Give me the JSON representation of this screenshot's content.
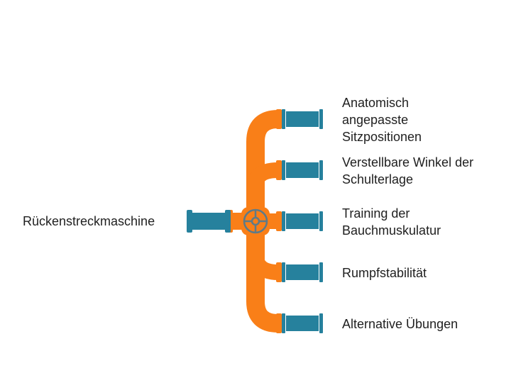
{
  "source": {
    "label": "Rückenstreckmaschine"
  },
  "branches": [
    {
      "label": "Anatomisch\nangepasste\nSitzpositionen"
    },
    {
      "label": "Verstellbare Winkel der\nSchulterlage"
    },
    {
      "label": "Training der\nBauchmuskulatur"
    },
    {
      "label": "Rumpfstabilität"
    },
    {
      "label": "Alternative Übungen"
    }
  ],
  "colors": {
    "pipe_orange": "#F97F18",
    "pipe_teal": "#26819D",
    "valve_outline": "#5E7A88"
  },
  "icons": {
    "valve": "valve-wheel-icon"
  }
}
